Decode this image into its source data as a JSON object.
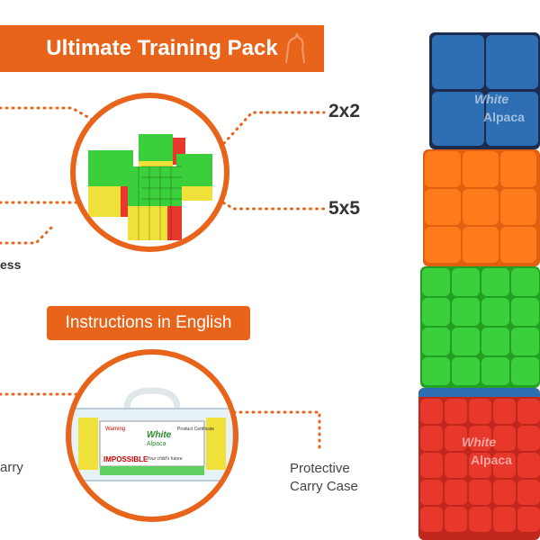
{
  "banner": {
    "title": "Ultimate Training Pack"
  },
  "cube_labels": {
    "top": "2x2",
    "bottom": "5x5"
  },
  "left_partial": {
    "speedless": "ess",
    "carry": "arry"
  },
  "pill": {
    "text": "Instructions in English"
  },
  "case_label": {
    "line1": "Protective",
    "line2": "Carry Case"
  },
  "case_box": {
    "warning": "Warning",
    "certificate": "Product Certificate",
    "brand": "White",
    "brand2": "Alpaca",
    "impossible": "IMPOSSIBLE",
    "slogan": "Your child's future"
  },
  "watermark": {
    "line1": "White",
    "line2": "Alpaca"
  },
  "colors": {
    "accent": "#e8641b",
    "blue": "#2e6fb4",
    "orange": "#ff7a1a",
    "green": "#3ccf3c",
    "red": "#e8372b",
    "yellow": "#f0e03a"
  }
}
